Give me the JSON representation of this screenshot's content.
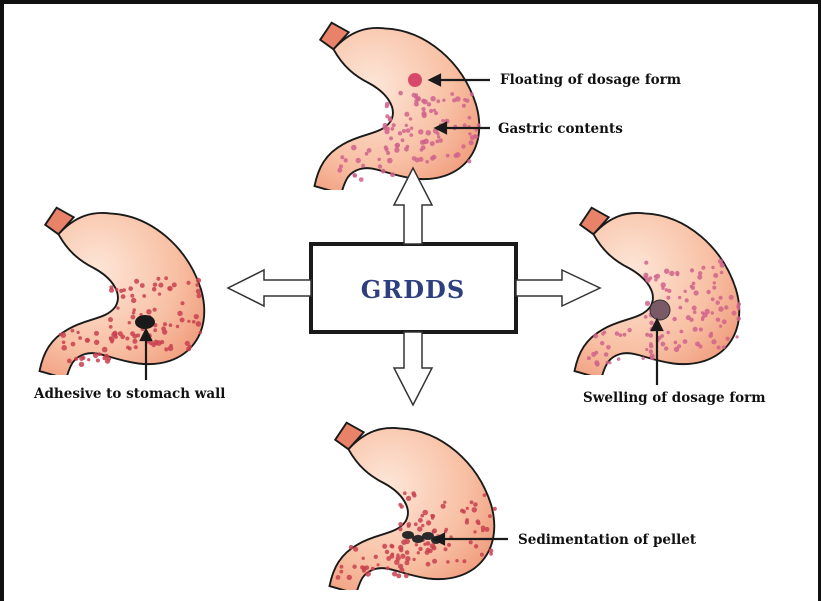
{
  "center": {
    "label": "GRDDS"
  },
  "labels": {
    "floating": "Floating of dosage form",
    "gastric": "Gastric contents",
    "adhesive": "Adhesive to stomach wall",
    "swelling": "Swelling of dosage form",
    "sedimentation": "Sedimentation of pellet"
  },
  "colors": {
    "stomach_light": "#fbd9c6",
    "stomach_mid": "#f3a98a",
    "stomach_dark": "#e07a5f",
    "esophagus": "#e8836a",
    "particles": "#c8414f",
    "particles_pink": "#d0638c",
    "center_text": "#2e3f80",
    "outline": "#1a1a1a"
  }
}
